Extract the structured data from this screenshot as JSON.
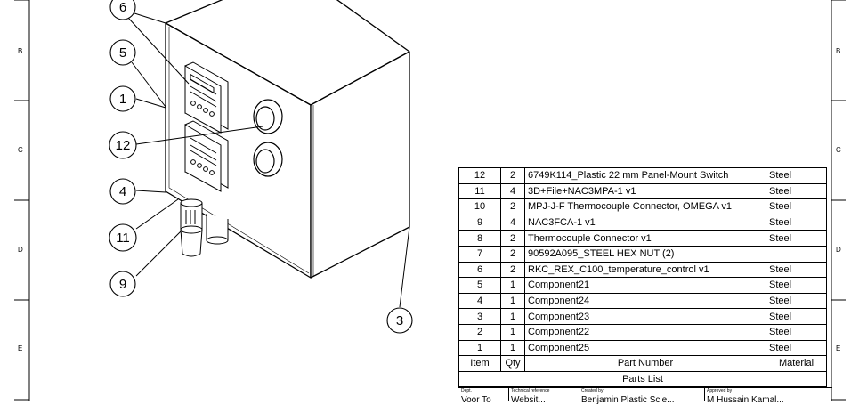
{
  "zones": {
    "left": [
      "B",
      "C",
      "D",
      "E"
    ],
    "right": [
      "B",
      "C",
      "D",
      "E"
    ]
  },
  "balloons": [
    "6",
    "5",
    "1",
    "12",
    "4",
    "11",
    "9",
    "3"
  ],
  "parts_list": {
    "rows": [
      {
        "item": "12",
        "qty": "2",
        "part": "6749K114_Plastic 22 mm Panel-Mount Switch",
        "material": "Steel"
      },
      {
        "item": "11",
        "qty": "4",
        "part": "3D+File+NAC3MPA-1 v1",
        "material": "Steel"
      },
      {
        "item": "10",
        "qty": "2",
        "part": "MPJ-J-F Thermocouple Connector, OMEGA v1",
        "material": "Steel"
      },
      {
        "item": "9",
        "qty": "4",
        "part": "NAC3FCA-1 v1",
        "material": "Steel"
      },
      {
        "item": "8",
        "qty": "2",
        "part": "Thermocouple Connector v1",
        "material": "Steel"
      },
      {
        "item": "7",
        "qty": "2",
        "part": "90592A095_STEEL HEX NUT (2)",
        "material": ""
      },
      {
        "item": "6",
        "qty": "2",
        "part": "RKC_REX_C100_temperature_control v1",
        "material": "Steel"
      },
      {
        "item": "5",
        "qty": "1",
        "part": "Component21",
        "material": "Steel"
      },
      {
        "item": "4",
        "qty": "1",
        "part": "Component24",
        "material": "Steel"
      },
      {
        "item": "3",
        "qty": "1",
        "part": "Component23",
        "material": "Steel"
      },
      {
        "item": "2",
        "qty": "1",
        "part": "Component22",
        "material": "Steel"
      },
      {
        "item": "1",
        "qty": "1",
        "part": "Component25",
        "material": "Steel"
      }
    ],
    "header": {
      "item": "Item",
      "qty": "Qty",
      "part": "Part Number",
      "material": "Material"
    },
    "title": "Parts List"
  },
  "title_block": {
    "dept_label": "Dept.",
    "dept_value": "Voor To",
    "techref_label": "Technical reference",
    "techref_value": "Websit...",
    "created_label": "Created by",
    "created_value": "Benjamin Plastic Scie...",
    "approved_label": "Approved by",
    "approved_value": "M Hussain Kamal..."
  }
}
